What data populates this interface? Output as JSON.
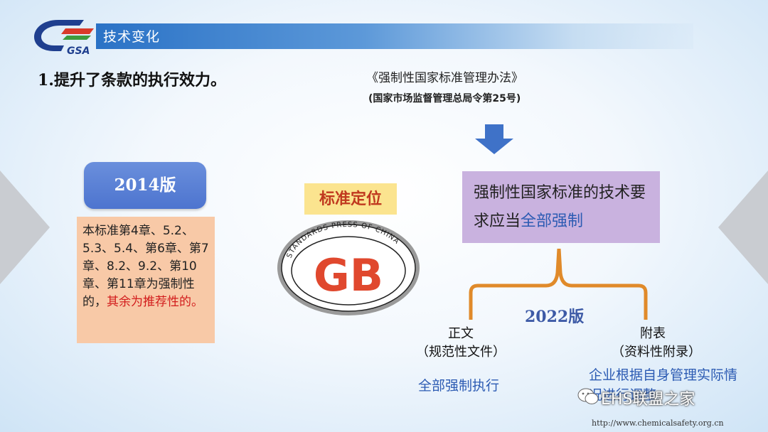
{
  "header": {
    "title": "技术变化"
  },
  "logo": {
    "text": "GSA"
  },
  "heading": "1.提升了条款的执行效力。",
  "law": {
    "title": "《强制性国家标准管理办法》",
    "subtitle": "(国家市场监督管理总局令第25号)"
  },
  "version_2014": {
    "label": "2014版",
    "note_main": "本标准第4章、5.2、5.3、5.4、第6章、第7章、8.2、9.2、第10章、第11章为强制性的，",
    "note_red": "其余为推荐性的。"
  },
  "positioning": {
    "label": "标准定位",
    "seal_ring_text": "STANDARDS PRESS OF CHINA",
    "seal_text": "GB"
  },
  "requirement": {
    "main": "强制性国家标准的技术要求应当",
    "highlight": "全部强制"
  },
  "version_2022": {
    "label": "2022版",
    "left": {
      "title": "正文",
      "subtitle": "（规范性文件）",
      "body": "全部强制执行"
    },
    "right": {
      "title": "附表",
      "subtitle": "（资料性附录）",
      "body": "企业根据自身管理实际情况进行调整"
    }
  },
  "watermark": "EHS联盟之家",
  "url": "http://www.chemicalsafety.org.cn",
  "colors": {
    "accent_blue": "#2a72c6",
    "purple_box": "#c9b2df",
    "note_box": "#f8c9a7",
    "red": "#d21c1c",
    "gb_red": "#e0482e"
  },
  "icons": [
    "down-arrow-icon",
    "bracket-icon",
    "wechat-icon"
  ]
}
